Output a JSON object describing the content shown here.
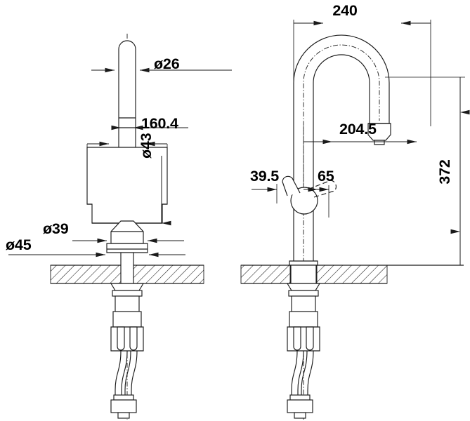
{
  "drawing": {
    "title": "Kitchen mixer tap dimensional drawing",
    "units": "mm",
    "views": [
      {
        "name": "front-view",
        "position": "left"
      },
      {
        "name": "side-view",
        "position": "right"
      }
    ]
  },
  "dimensions": {
    "front": {
      "spout_diameter": "ø26",
      "body_width": "160.4",
      "base_cap_diameter": "ø43",
      "escutcheon_diameter": "ø39",
      "flange_diameter": "ø45"
    },
    "side": {
      "reach": "240",
      "spout_height": "204.5",
      "overall_height": "372",
      "handle_back": "39.5",
      "handle_front": "65"
    }
  },
  "labels": {
    "d26": "ø26",
    "d160_4": "160.4",
    "d43": "ø43",
    "d39": "ø39",
    "d45": "ø45",
    "d240": "240",
    "d204_5": "204.5",
    "d372": "372",
    "d39_5": "39.5",
    "d65": "65"
  },
  "colors": {
    "line": "#1a1a1a",
    "background": "#ffffff",
    "text": "#000000"
  }
}
